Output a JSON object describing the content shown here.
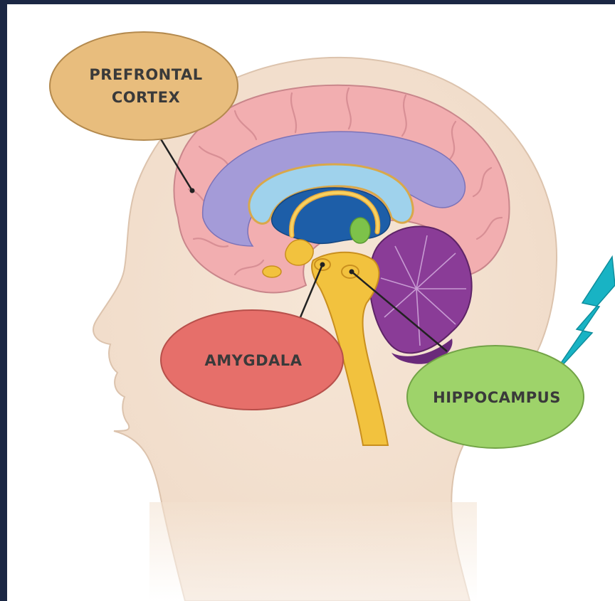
{
  "labels": {
    "prefrontal_line1": "PREFRONTAL",
    "prefrontal_line2": "CORTEX",
    "amygdala": "AMYGDALA",
    "hippocampus": "HIPPOCAMPUS"
  },
  "colors": {
    "frame": "#1b2744",
    "skin": "#f4e2d0",
    "cortex": "#f2aeb0",
    "ventricle": "#a49bd8",
    "corpus": "#9fd2ec",
    "inner": "#1d5ea8",
    "stem": "#f2c23e",
    "cerebellum": "#8a3c97",
    "prefrontal_bubble": "#e8bd7d",
    "amygdala_bubble": "#e66f6a",
    "hippocampus_bubble": "#9ed36a",
    "bolt": "#18b3c4"
  }
}
